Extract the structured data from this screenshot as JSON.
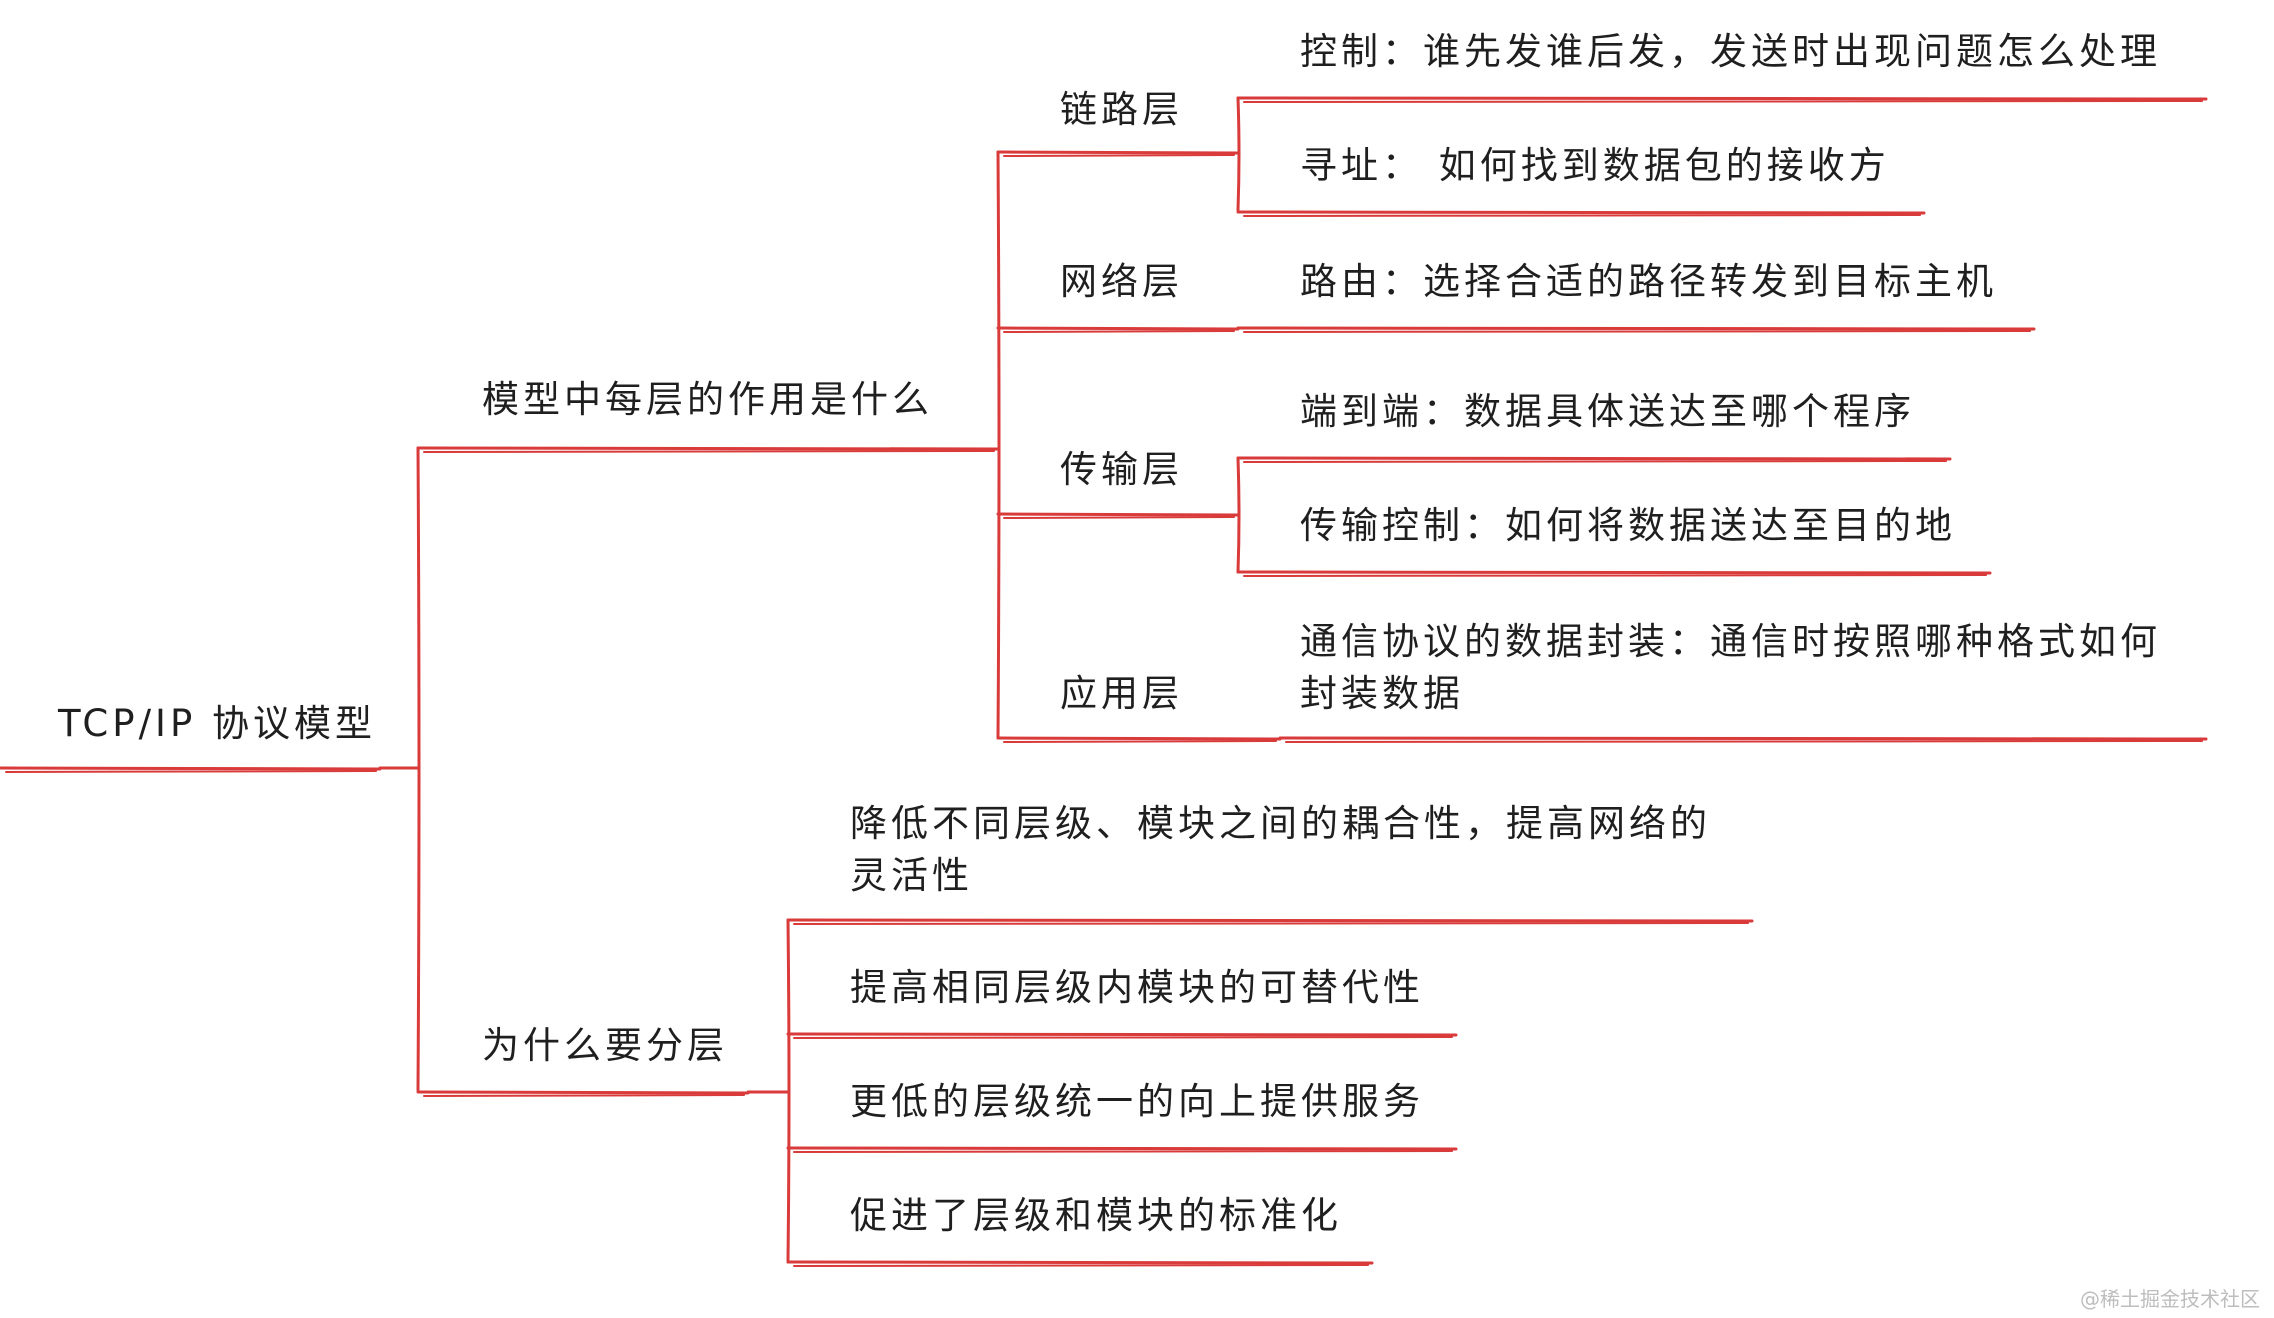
{
  "line_color": "#d93a3a",
  "root": {
    "label": "TCP/IP 协议模型"
  },
  "branches": [
    {
      "label": "模型中每层的作用是什么",
      "children": [
        {
          "label": "链路层",
          "children": [
            "控制：谁先发谁后发，发送时出现问题怎么处理",
            "寻址： 如何找到数据包的接收方"
          ]
        },
        {
          "label": "网络层",
          "children": [
            "路由：选择合适的路径转发到目标主机"
          ]
        },
        {
          "label": "传输层",
          "children": [
            "端到端：数据具体送达至哪个程序",
            "传输控制：如何将数据送达至目的地"
          ]
        },
        {
          "label": "应用层",
          "children": [
            "通信协议的数据封装：通信时按照哪种格式如何封装数据"
          ]
        }
      ]
    },
    {
      "label": "为什么要分层",
      "children": [
        "降低不同层级、模块之间的耦合性，提高网络的灵活性",
        "提高相同层级内模块的可替代性",
        "更低的层级统一的向上提供服务",
        "促进了层级和模块的标准化"
      ]
    }
  ],
  "watermark": "@稀土掘金技术社区"
}
